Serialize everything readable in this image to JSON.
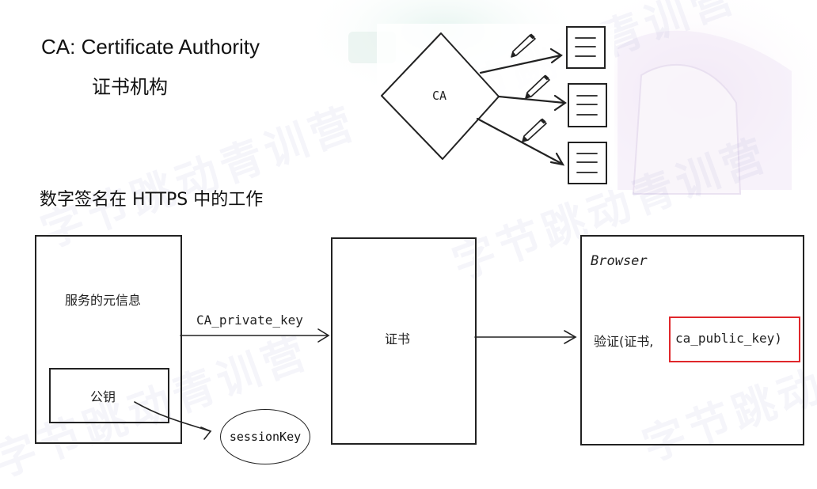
{
  "header": {
    "title_en": "CA: Certificate Authority",
    "title_zh": "证书机构"
  },
  "ca_diagram": {
    "diamond_label": "CA",
    "certificate_count": 3
  },
  "section": {
    "heading": "数字签名在 HTTPS 中的工作"
  },
  "flow": {
    "server_box_label": "服务的元信息",
    "public_key_label": "公钥",
    "private_key_arrow_label": "CA_private_key",
    "certificate_box_label": "证书",
    "session_key_label": "sessionKey",
    "browser_title": "Browser",
    "verify_prefix": "验证(证书,",
    "verify_key": "ca_public_key)"
  },
  "watermark_text": "字节跳动青训营",
  "colors": {
    "highlight": "#e0272b",
    "stroke": "#222222"
  }
}
